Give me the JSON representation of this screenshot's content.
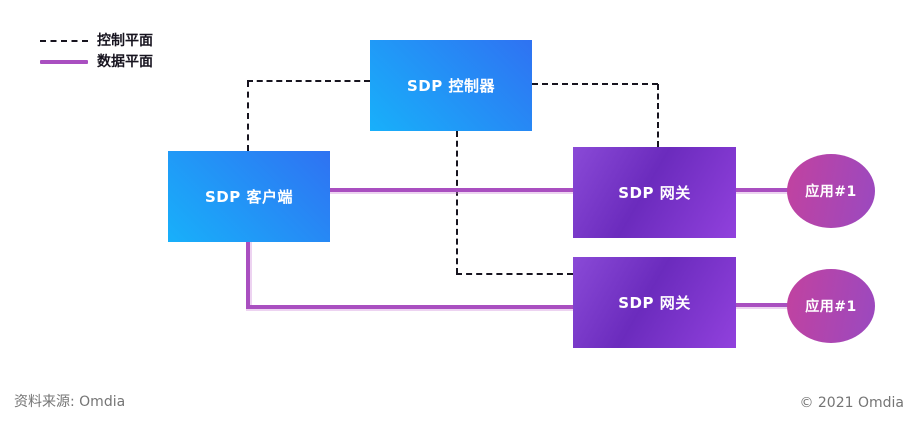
{
  "legend": {
    "control_plane_label": "控制平面",
    "data_plane_label": "数据平面"
  },
  "nodes": {
    "controller": {
      "label": "SDP 控制器"
    },
    "client": {
      "label": "SDP 客户端"
    },
    "gateway1": {
      "label": "SDP 网关"
    },
    "gateway2": {
      "label": "SDP 网关"
    },
    "app1": {
      "label": "应用#1"
    },
    "app2": {
      "label": "应用#1"
    }
  },
  "footer": {
    "source": "资料来源: Omdia",
    "copyright": "© 2021 Omdia"
  },
  "colors": {
    "data_plane_line": "#a94fc0",
    "control_plane_line": "#17141f",
    "blue_box_start": "#18b0fa",
    "blue_box_end": "#2f72f2",
    "purple_box_start": "#8a4ad7",
    "purple_box_end": "#9141dd",
    "ellipse_start": "#c2429f",
    "ellipse_end": "#9a49c0",
    "footer_text": "#757575"
  }
}
